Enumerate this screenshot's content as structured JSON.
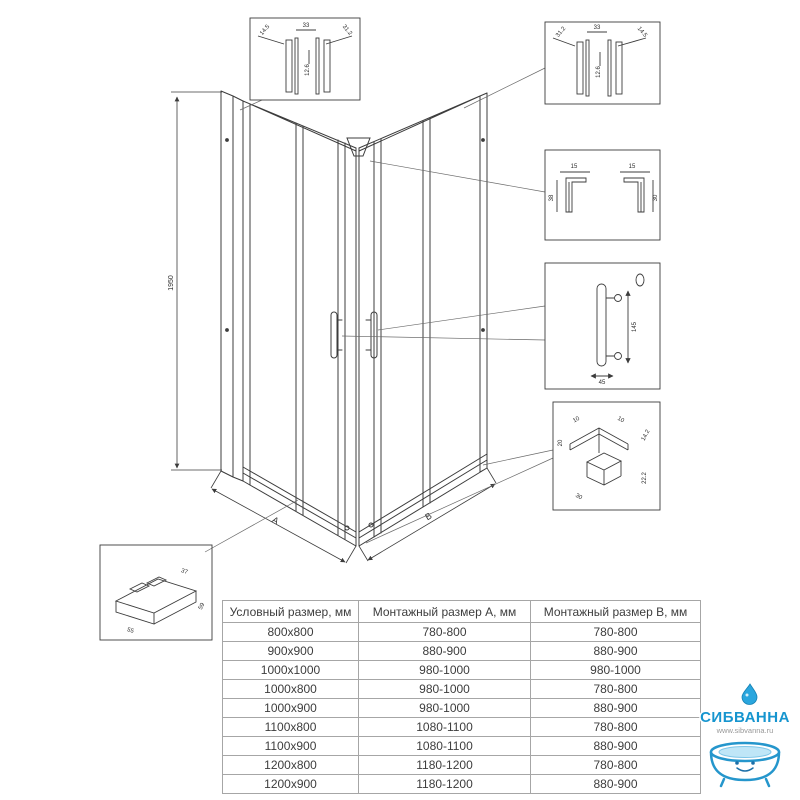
{
  "main_drawing": {
    "height_dim": "1950",
    "dim_a": "A",
    "dim_b": "B"
  },
  "details": {
    "top_left_profile": {
      "dims": [
        "14.5",
        "33",
        "31.2",
        "12.6"
      ]
    },
    "top_right_profile": {
      "dims": [
        "31.2",
        "33",
        "14.5",
        "12.6"
      ]
    },
    "wall_profile": {
      "dims": [
        "15",
        "15",
        "38",
        "30"
      ]
    },
    "handle": {
      "dims": [
        "145",
        "45"
      ]
    },
    "corner_connector": {
      "dims": [
        "10",
        "10",
        "20",
        "14.2",
        "22.2",
        "30"
      ]
    },
    "bottom_rail": {
      "dims": [
        "37",
        "55",
        "59"
      ]
    }
  },
  "size_table": {
    "headers": [
      "Условный размер, мм",
      "Монтажный размер A, мм",
      "Монтажный размер B, мм"
    ],
    "rows": [
      [
        "800x800",
        "780-800",
        "780-800"
      ],
      [
        "900x900",
        "880-900",
        "880-900"
      ],
      [
        "1000x1000",
        "980-1000",
        "980-1000"
      ],
      [
        "1000x800",
        "980-1000",
        "780-800"
      ],
      [
        "1000x900",
        "980-1000",
        "880-900"
      ],
      [
        "1100x800",
        "1080-1100",
        "780-800"
      ],
      [
        "1100x900",
        "1080-1100",
        "880-900"
      ],
      [
        "1200x800",
        "1180-1200",
        "780-800"
      ],
      [
        "1200x900",
        "1180-1200",
        "880-900"
      ]
    ]
  },
  "watermark": {
    "brand": "СИБВАННА",
    "url": "www.sibvanna.ru",
    "brand_color": "#1695cf"
  }
}
